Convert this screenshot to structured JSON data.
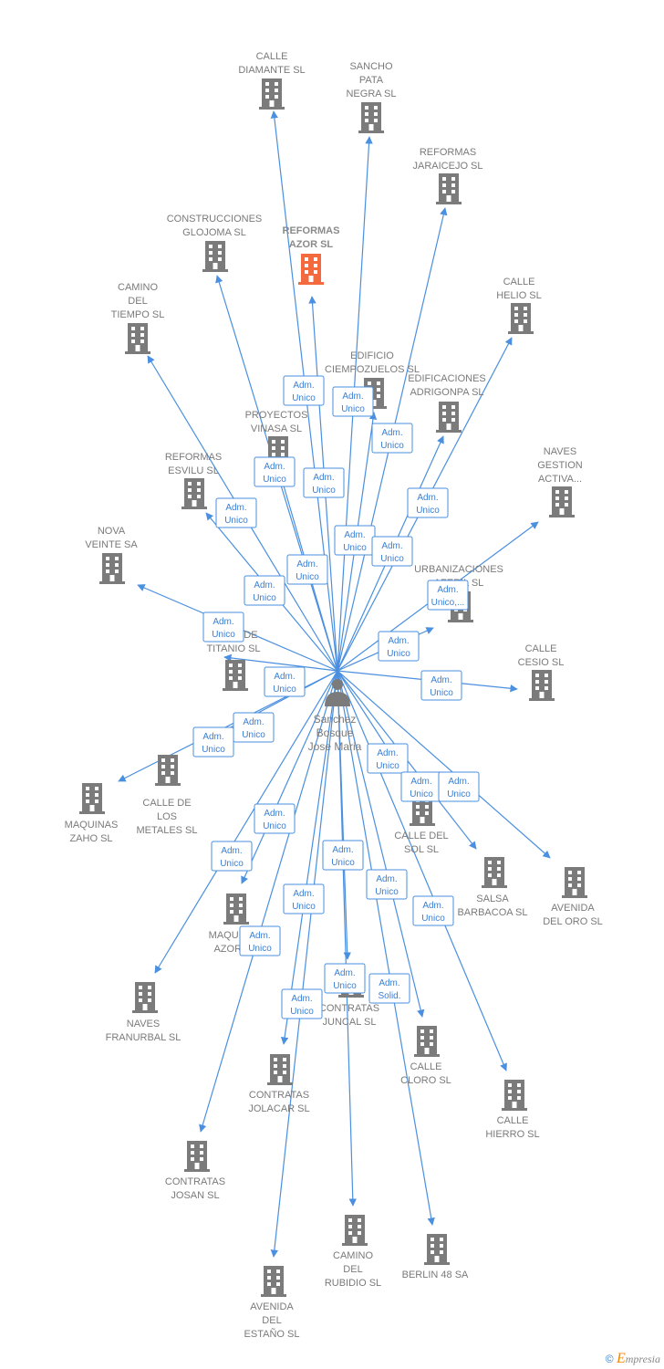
{
  "person": {
    "name_lines": [
      "Sanchez",
      "Bosque",
      "Jose Maria"
    ]
  },
  "colors": {
    "edge": "#4a8fe0",
    "building": "#7b7b7b",
    "highlight": "#f26a3d"
  },
  "companies": [
    {
      "id": "calle-diamante",
      "lines": [
        "CALLE",
        "DIAMANTE SL"
      ],
      "highlight": false,
      "role": "Adm. Unico"
    },
    {
      "id": "sancho-pata-negra",
      "lines": [
        "SANCHO",
        "PATA",
        "NEGRA  SL"
      ],
      "highlight": false,
      "role": "Adm. Unico"
    },
    {
      "id": "reformas-jaraicejo",
      "lines": [
        "REFORMAS",
        "JARAICEJO SL"
      ],
      "highlight": false,
      "role": "Adm. Unico"
    },
    {
      "id": "construcciones-glojoma",
      "lines": [
        "CONSTRUCCIONES",
        "GLOJOMA SL"
      ],
      "highlight": false,
      "role": "Adm. Unico"
    },
    {
      "id": "reformas-azor",
      "lines": [
        "REFORMAS",
        "AZOR  SL"
      ],
      "highlight": true,
      "role": "Adm. Unico"
    },
    {
      "id": "calle-helio",
      "lines": [
        "CALLE",
        "HELIO SL"
      ],
      "highlight": false,
      "role": "Adm. Unico"
    },
    {
      "id": "camino-del-tiempo",
      "lines": [
        "CAMINO",
        "DEL",
        "TIEMPO SL"
      ],
      "highlight": false,
      "role": "Adm. Unico"
    },
    {
      "id": "edificio-ciempozuelos",
      "lines": [
        "EDIFICIO",
        "CIEMPOZUELOS SL"
      ],
      "highlight": false,
      "role": "Adm. Unico"
    },
    {
      "id": "edificaciones-adrigonpa",
      "lines": [
        "EDIFICACIONES",
        "ADRIGONPA SL"
      ],
      "highlight": false,
      "role": "Adm. Unico"
    },
    {
      "id": "proyectos-vinasa",
      "lines": [
        "PROYECTOS",
        "VINASA SL"
      ],
      "highlight": false,
      "role": "Adm. Unico"
    },
    {
      "id": "naves-gestion-activa",
      "lines": [
        "NAVES",
        "GESTION",
        "ACTIVA..."
      ],
      "highlight": false,
      "role": "Adm. Unico,..."
    },
    {
      "id": "reformas-esvilu",
      "lines": [
        "REFORMAS",
        "ESVILU SL"
      ],
      "highlight": false,
      "role": "Adm. Unico"
    },
    {
      "id": "urbanizaciones-aferil",
      "lines": [
        "URBANIZACIONES",
        "AFERIL SL"
      ],
      "highlight": false,
      "role": "Adm. Unico"
    },
    {
      "id": "nova-veinte",
      "lines": [
        "NOVA",
        "VEINTE SA"
      ],
      "highlight": false,
      "role": "Adm. Unico"
    },
    {
      "id": "calle-titanio",
      "lines": [
        "CALLE DE",
        "TITANIO SL"
      ],
      "highlight": false,
      "role": "Adm. Unico"
    },
    {
      "id": "calle-cesio",
      "lines": [
        "CALLE",
        "CESIO SL"
      ],
      "highlight": false,
      "role": "Adm. Unico"
    },
    {
      "id": "calle-de-los-metales",
      "lines": [
        "CALLE DE",
        "LOS",
        "METALES SL"
      ],
      "highlight": false,
      "role": "Adm. Unico"
    },
    {
      "id": "maquinas-zaho",
      "lines": [
        "MAQUINAS",
        "ZAHO  SL"
      ],
      "highlight": false,
      "role": "Adm. Unico"
    },
    {
      "id": "calle-del-sol",
      "lines": [
        "CALLE DEL",
        "SOL SL"
      ],
      "highlight": false,
      "role": "Adm. Unico"
    },
    {
      "id": "salsa-barbacoa",
      "lines": [
        "SALSA",
        "BARBACOA SL"
      ],
      "highlight": false,
      "role": "Adm. Unico"
    },
    {
      "id": "avenida-del-oro",
      "lines": [
        "AVENIDA",
        "DEL ORO SL"
      ],
      "highlight": false,
      "role": "Adm. Unico"
    },
    {
      "id": "maquinas-azor",
      "lines": [
        "MAQUINAS",
        "AZOR SL"
      ],
      "highlight": false,
      "role": "Adm. Unico"
    },
    {
      "id": "naves-franurbal",
      "lines": [
        "NAVES",
        "FRANURBAL SL"
      ],
      "highlight": false,
      "role": "Adm. Unico"
    },
    {
      "id": "contratas-juncal",
      "lines": [
        "CONTRATAS",
        "JUNCAL SL"
      ],
      "highlight": false,
      "role": "Adm. Unico"
    },
    {
      "id": "calle-cloro",
      "lines": [
        "CALLE",
        "CLORO SL"
      ],
      "highlight": false,
      "role": "Adm. Solid."
    },
    {
      "id": "contratas-jolacar",
      "lines": [
        "CONTRATAS",
        "JOLACAR SL"
      ],
      "highlight": false,
      "role": "Adm. Unico"
    },
    {
      "id": "calle-hierro",
      "lines": [
        "CALLE",
        "HIERRO SL"
      ],
      "highlight": false,
      "role": "Adm. Unico"
    },
    {
      "id": "contratas-josan",
      "lines": [
        "CONTRATAS",
        "JOSAN  SL"
      ],
      "highlight": false,
      "role": "Adm. Unico"
    },
    {
      "id": "camino-del-rubidio",
      "lines": [
        "CAMINO",
        "DEL",
        "RUBIDIO SL"
      ],
      "highlight": false,
      "role": "Adm. Unico"
    },
    {
      "id": "berlin-48",
      "lines": [
        "BERLIN 48 SA"
      ],
      "highlight": false,
      "role": "Adm. Unico"
    },
    {
      "id": "avenida-del-estano",
      "lines": [
        "AVENIDA",
        "DEL",
        "ESTAÑO SL"
      ],
      "highlight": false,
      "role": "Adm. Unico"
    }
  ],
  "footer": {
    "copyright": "©",
    "brand_initial": "E",
    "brand_rest": "mpresia"
  }
}
